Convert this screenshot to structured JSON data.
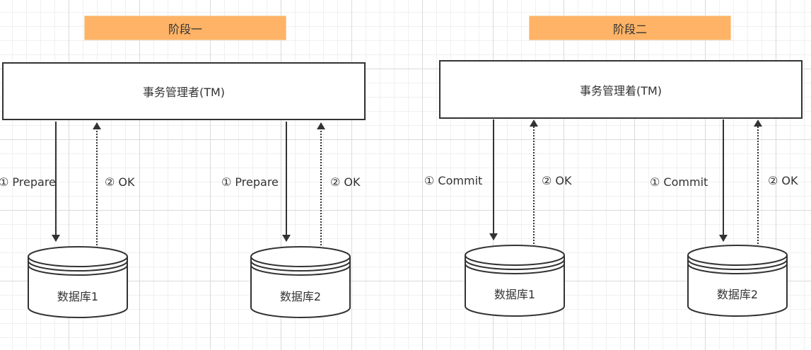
{
  "phase1": {
    "title": "阶段一",
    "manager": "事务管理者(TM)",
    "db_left": "数据库1",
    "db_right": "数据库2",
    "request_left": "① Prepare",
    "response_left": "② OK",
    "request_right": "① Prepare",
    "response_right": "② OK"
  },
  "phase2": {
    "title": "阶段二",
    "manager": "事务管理着(TM)",
    "db_left": "数据库1",
    "db_right": "数据库2",
    "request_left": "① Commit",
    "response_left": "② OK",
    "request_right": "① Commit",
    "response_right": "② OK"
  },
  "colors": {
    "phase_label_fill": "#ffb366",
    "stroke": "#333333"
  }
}
